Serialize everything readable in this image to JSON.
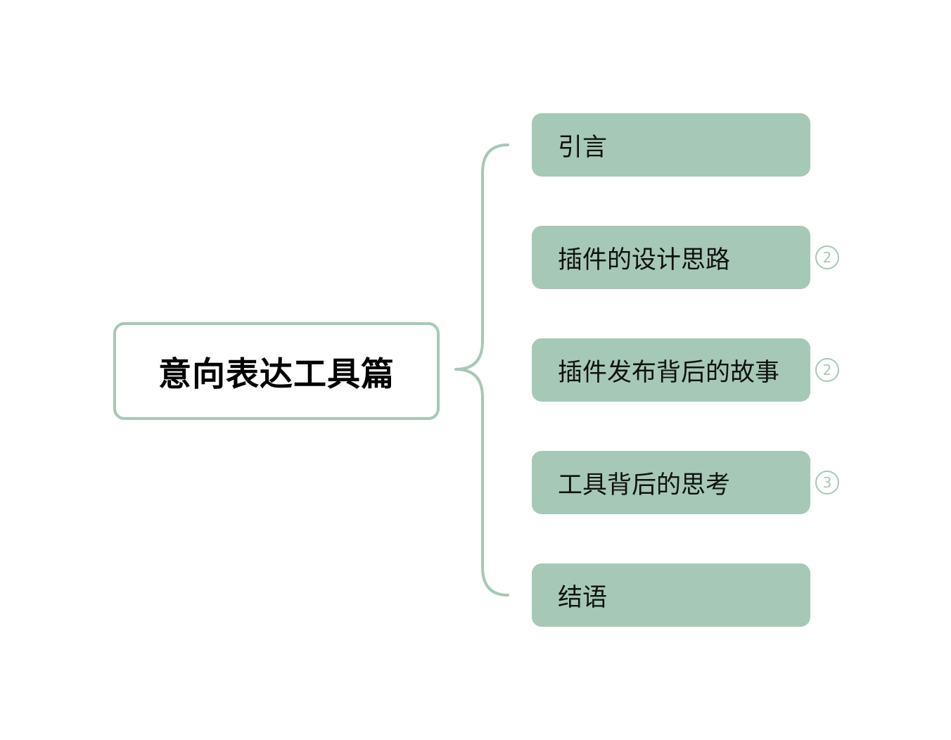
{
  "colors": {
    "branch": "#a5c9b6",
    "topic_fill": "#a5c9b6",
    "root_border": "#a5c9b6",
    "text": "#000000"
  },
  "root": {
    "title": "意向表达工具篇"
  },
  "topics": [
    {
      "label": "引言",
      "count": ""
    },
    {
      "label": "插件的设计思路",
      "count": "2"
    },
    {
      "label": "插件发布背后的故事",
      "count": "2"
    },
    {
      "label": "工具背后的思考",
      "count": "3"
    },
    {
      "label": "结语",
      "count": ""
    }
  ]
}
